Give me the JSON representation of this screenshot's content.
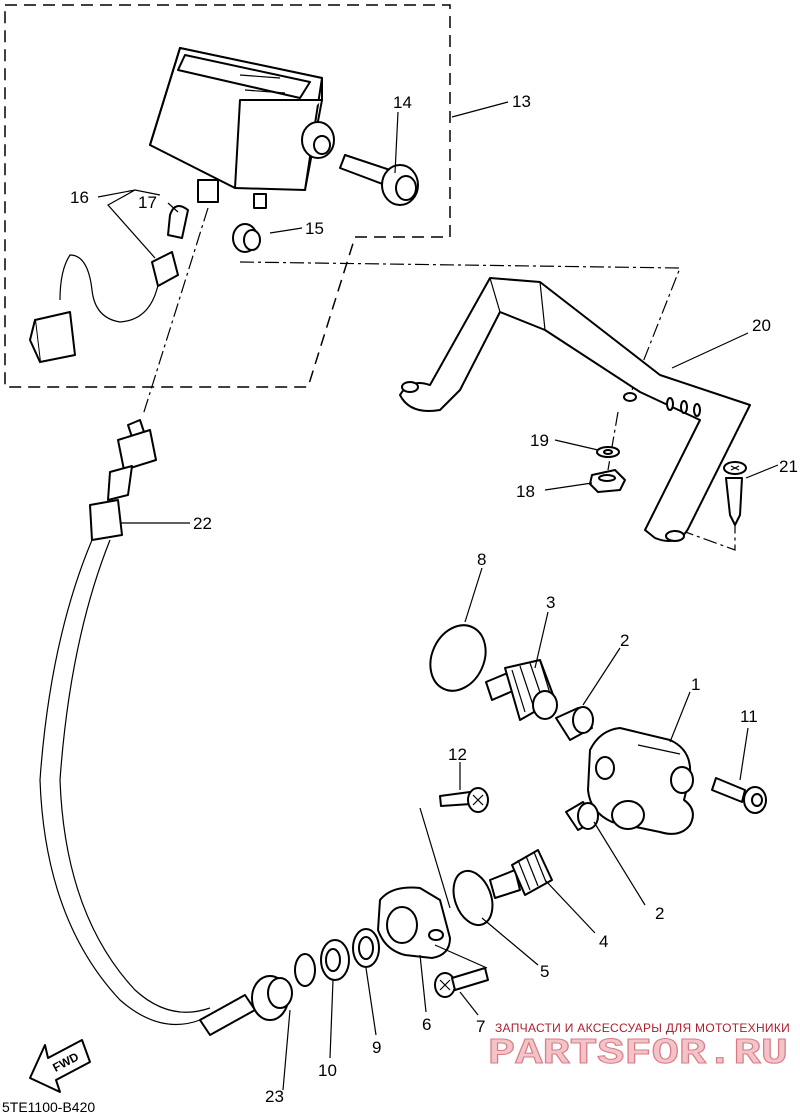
{
  "diagram_code": "5TE1100-B420",
  "direction_label": "FWD",
  "watermark": {
    "tagline": "ЗАПЧАСТИ И АКСЕССУАРЫ ДЛЯ МОТОТЕХНИКИ",
    "brand": "PARTSFOR.RU"
  },
  "callouts": {
    "c1": "1",
    "c2a": "2",
    "c2b": "2",
    "c3": "3",
    "c4": "4",
    "c5": "5",
    "c6": "6",
    "c7": "7",
    "c8": "8",
    "c9": "9",
    "c10": "10",
    "c11": "11",
    "c12": "12",
    "c13": "13",
    "c14": "14",
    "c15": "15",
    "c16": "16",
    "c17": "17",
    "c18": "18",
    "c19": "19",
    "c20": "20",
    "c21": "21",
    "c22": "22",
    "c23": "23"
  }
}
